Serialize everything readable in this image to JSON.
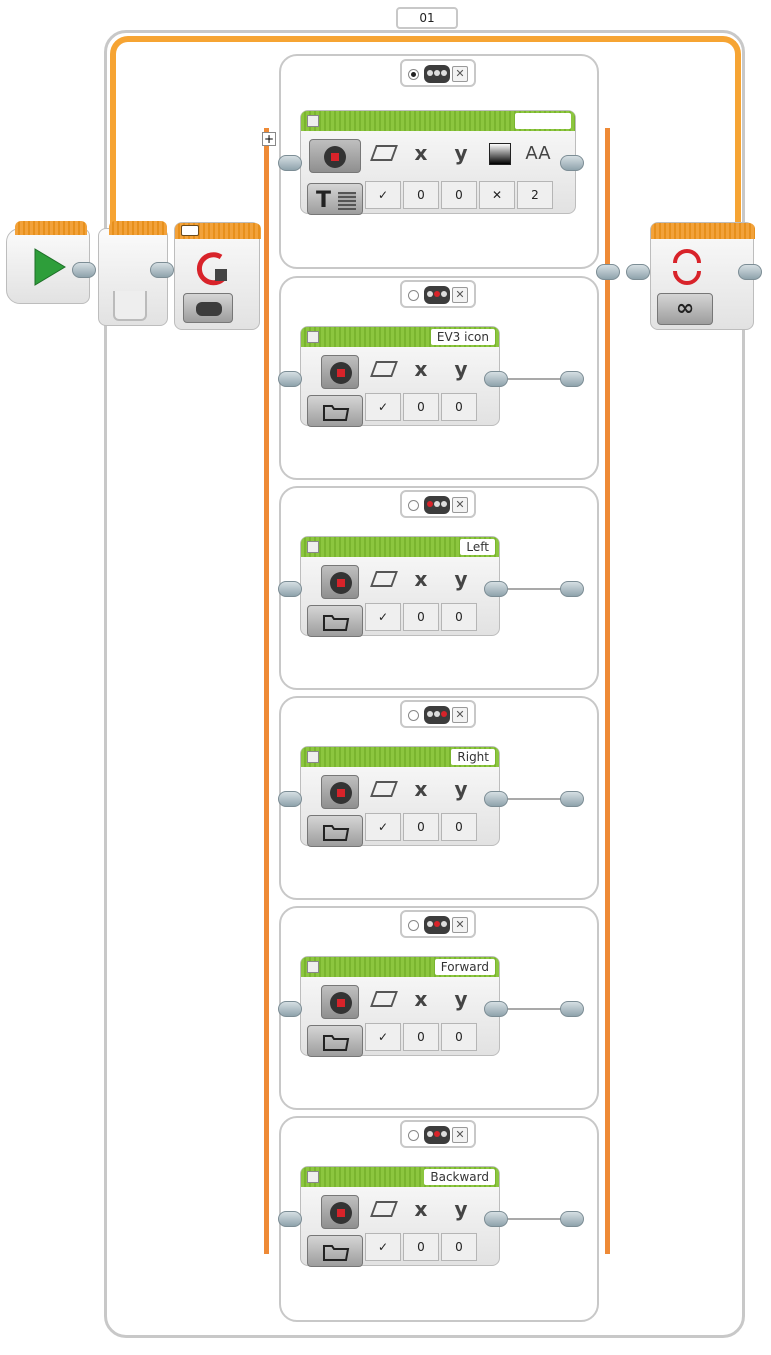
{
  "loop": {
    "label": "01",
    "mode": "∞"
  },
  "display_block_1": {
    "name": "",
    "labels": {
      "x": "x",
      "y": "y",
      "font": "AA"
    },
    "values": [
      "0",
      "0",
      "2"
    ]
  },
  "cases": [
    {
      "selected": true,
      "block": "text"
    },
    {
      "selected": false,
      "name": "EV3 icon",
      "x": "0",
      "y": "0"
    },
    {
      "selected": false,
      "name": "Left",
      "x": "0",
      "y": "0"
    },
    {
      "selected": false,
      "name": "Right",
      "x": "0",
      "y": "0"
    },
    {
      "selected": false,
      "name": "Forward",
      "x": "0",
      "y": "0"
    },
    {
      "selected": false,
      "name": "Backward",
      "x": "0",
      "y": "0"
    }
  ],
  "labels": {
    "x": "x",
    "y": "y",
    "aA": "AA",
    "T": "T",
    "plus": "+"
  },
  "colors": {
    "loop_wire": "#f6a433",
    "switch_frame": "#ee8a36",
    "display_header": "#8cc63f",
    "accent_red": "#d8232a"
  }
}
